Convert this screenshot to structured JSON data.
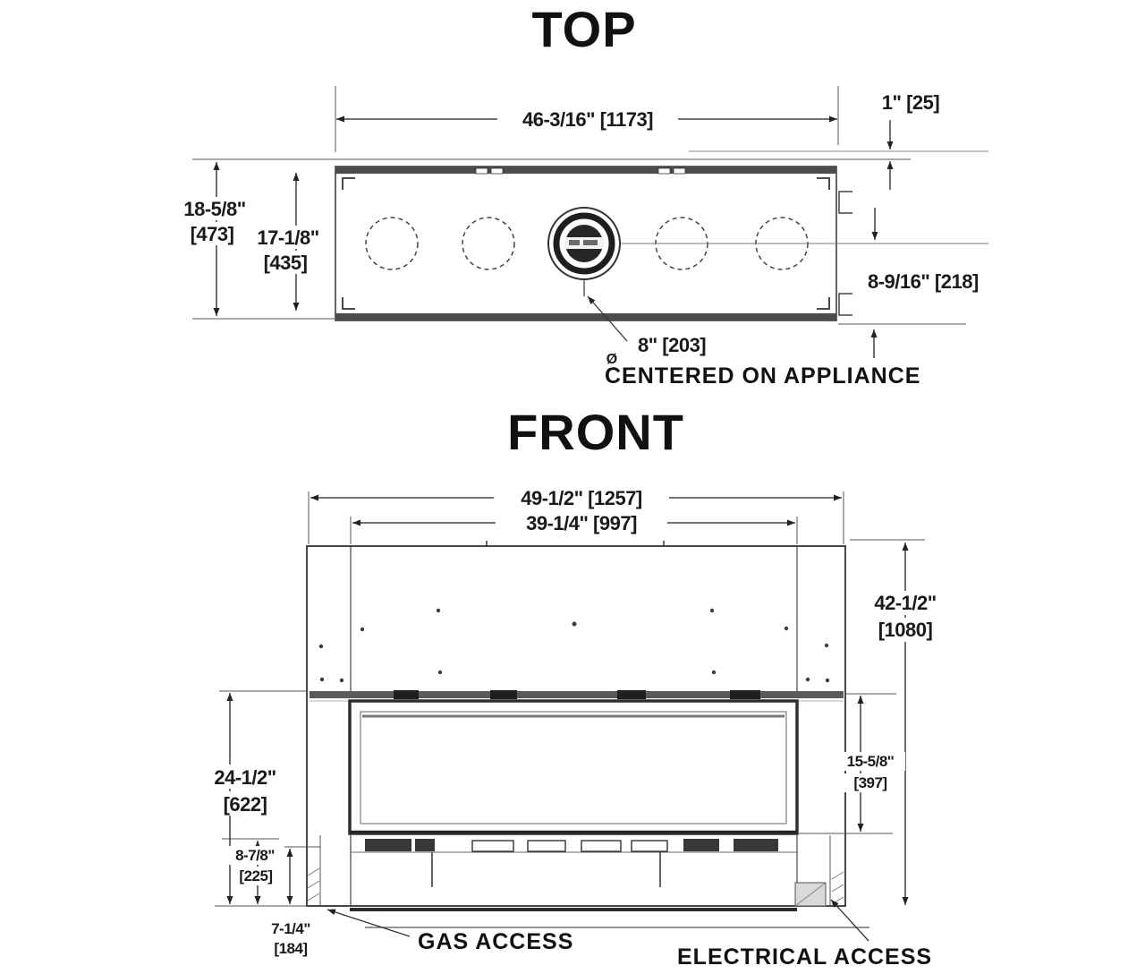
{
  "diagram": {
    "top_view": {
      "title": "TOP",
      "dims": {
        "width": "46-3/16\" [1173]",
        "wall_offset": "1\" [25]",
        "depth_in": "18-5/8\"",
        "depth_mm": "[473]",
        "firebox_depth_in": "17-1/8\"",
        "firebox_depth_mm": "[435]",
        "flue_center": "8-9/16\" [218]",
        "flue_symbol": "Ø",
        "flue_size": "8\" [203]",
        "flue_note": "CENTERED ON APPLIANCE"
      }
    },
    "front_view": {
      "title": "FRONT",
      "dims": {
        "overall_width": "49-1/2\" [1257]",
        "opening_width": "39-1/4\" [997]",
        "overall_height_in": "42-1/2\"",
        "overall_height_mm": "[1080]",
        "glass_height_in": "15-5/8\"",
        "glass_height_mm": "[397]",
        "front_height_in": "24-1/2\"",
        "front_height_mm": "[622]",
        "gas_height_in": "8-7/8\"",
        "gas_height_mm": "[225]",
        "base_height_in": "7-1/4\"",
        "base_height_mm": "[184]"
      },
      "labels": {
        "gas_access": "GAS ACCESS",
        "electrical_access": "ELECTRICAL ACCESS"
      }
    }
  }
}
